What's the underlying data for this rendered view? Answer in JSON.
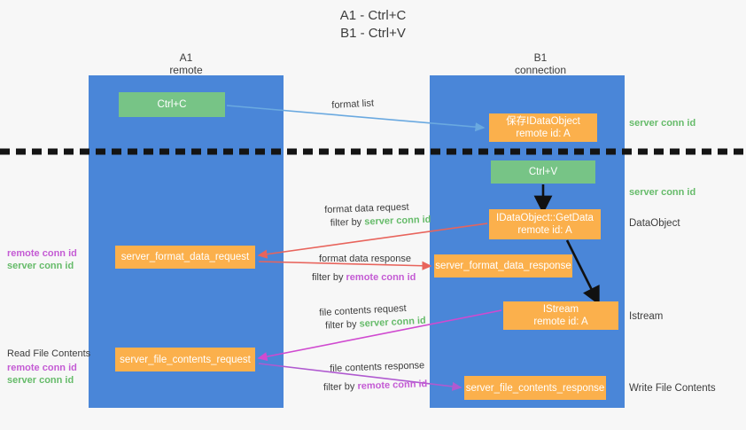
{
  "title": {
    "line1": "A1 - Ctrl+C",
    "line2": "B1 - Ctrl+V"
  },
  "columns": {
    "left": {
      "name": "A1",
      "sub": "remote"
    },
    "right": {
      "name": "B1",
      "sub": "connection"
    }
  },
  "nodes": {
    "ctrl_c": {
      "line1": "Ctrl+C",
      "line2": ""
    },
    "save_idataobj": {
      "line1": "保存IDataObject",
      "line2": "remote id: A"
    },
    "ctrl_v": {
      "line1": "Ctrl+V",
      "line2": ""
    },
    "getdata": {
      "line1": "IDataObject::GetData",
      "line2": "remote id: A"
    },
    "istream": {
      "line1": "IStream",
      "line2": "remote id: A"
    },
    "fmt_req": {
      "line1": "server_format_data_request",
      "line2": ""
    },
    "fmt_resp": {
      "line1": "server_format_data_response",
      "line2": ""
    },
    "file_req": {
      "line1": "server_file_contents_request",
      "line2": ""
    },
    "file_resp": {
      "line1": "server_file_contents_response",
      "line2": ""
    }
  },
  "edge_labels": {
    "format_list": "format list",
    "fmt_req_l1": "format data request",
    "fmt_req_filter_prefix": "filter by ",
    "fmt_req_filter_key": "server conn id",
    "fmt_resp_l1": "format data response",
    "fmt_resp_filter_prefix": "filter by ",
    "fmt_resp_filter_key": "remote conn id",
    "file_req_l1": "file contents request",
    "file_req_filter_prefix": "filter by ",
    "file_req_filter_key": "server conn id",
    "file_resp_l1": "file contents response",
    "file_resp_filter_prefix": "filter by ",
    "file_resp_filter_key": "remote conn id"
  },
  "annotations": {
    "right_server_conn_1": "server conn id",
    "right_server_conn_2": "server conn id",
    "right_dataobject": "DataObject",
    "right_istream": "Istream",
    "right_write_file": "Write File Contents",
    "left_remote_conn_1": "remote conn id",
    "left_server_conn_1": "server conn id",
    "left_read_file": "Read File Contents",
    "left_remote_conn_2": "remote conn id",
    "left_server_conn_2": "server conn id"
  },
  "colors": {
    "lane": "#4a86d8",
    "green_node": "#77c486",
    "orange_node": "#fbb04c",
    "server_conn": "#66bb6a",
    "remote_conn": "#c45bd4",
    "arrow_blue": "#6aa9e0",
    "arrow_red": "#e8645c",
    "arrow_magenta": "#d04ad0",
    "arrow_purple": "#b05ad0",
    "arrow_black": "#111111",
    "background": "#f7f7f7"
  }
}
